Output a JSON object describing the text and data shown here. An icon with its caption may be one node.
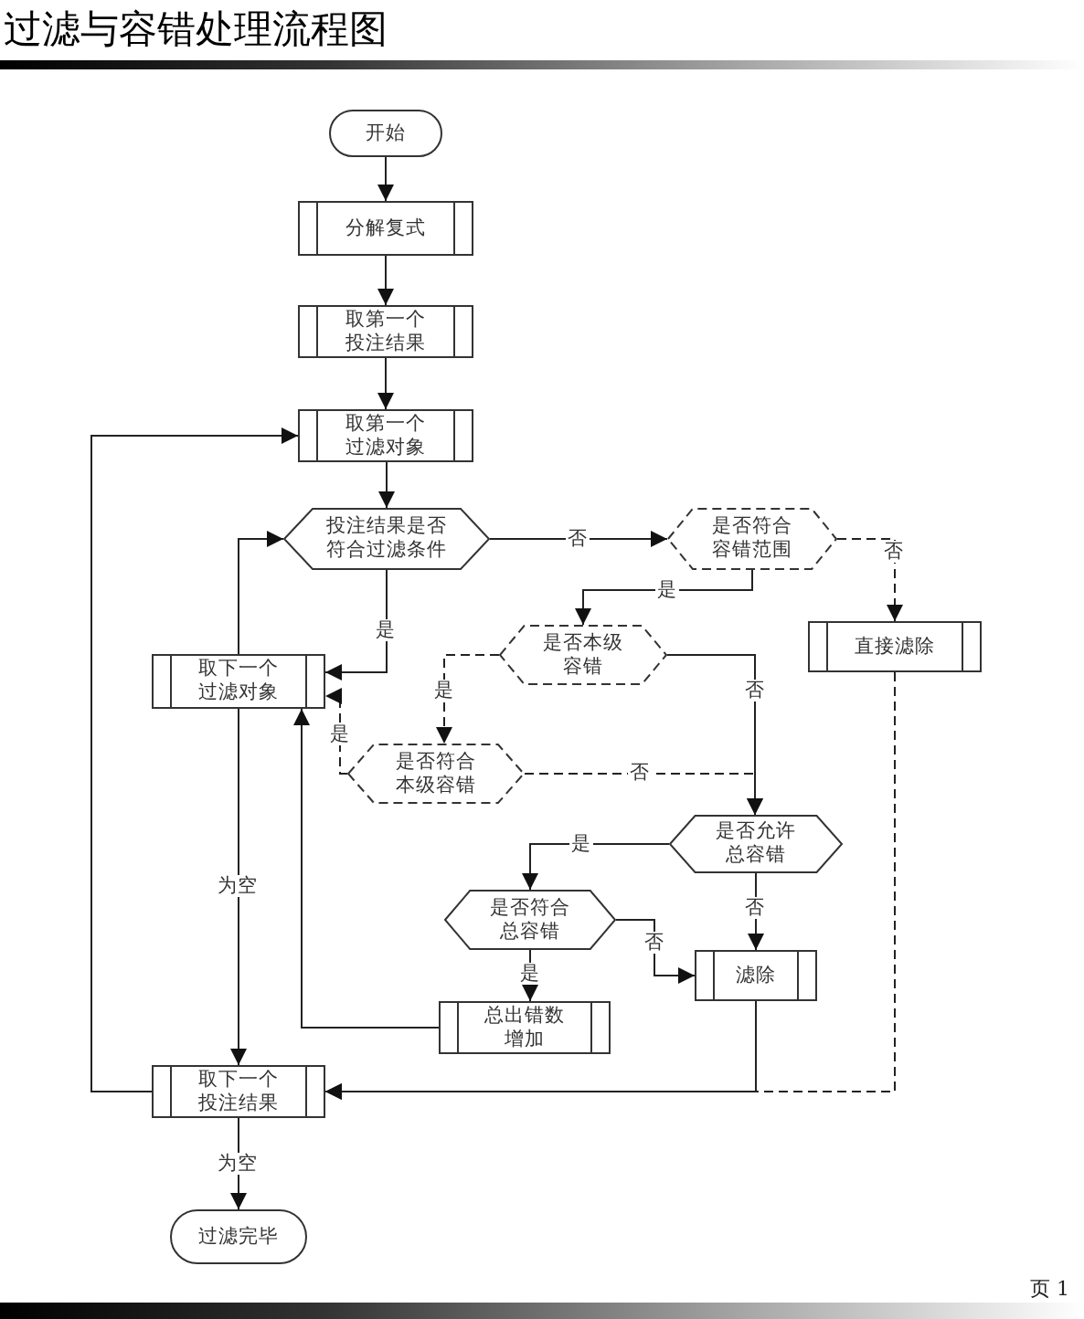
{
  "diagram": {
    "title": "过滤与容错处理流程图",
    "nodes": [
      {
        "text": [
          "开始"
        ]
      },
      {
        "text": [
          "分解复式"
        ]
      },
      {
        "text": [
          "取第一个投注结果"
        ]
      },
      {
        "text": [
          "取第一个过滤对象"
        ]
      },
      {
        "text": [
          "投注结果是否符合过滤条件"
        ]
      },
      {
        "text": [
          "是否符合容错范围"
        ]
      },
      {
        "text": [
          "直接滤除"
        ]
      },
      {
        "text": [
          "取下一个过滤对象"
        ]
      },
      {
        "text": [
          "是否本级容错"
        ]
      },
      {
        "text": [
          "是否符合本级容错"
        ]
      },
      {
        "text": [
          "是否允许总容错"
        ]
      },
      {
        "text": [
          "是否符合总容错"
        ]
      },
      {
        "text": [
          "滤除"
        ]
      },
      {
        "text": [
          "总出错数增加"
        ]
      },
      {
        "text": [
          "取下一个投注结果"
        ]
      },
      {
        "text": [
          "过滤完毕"
        ]
      }
    ],
    "edges": [
      {
        "from": 0,
        "to": 1,
        "arrow": "to"
      },
      {
        "from": 1,
        "to": 2,
        "arrow": "to"
      },
      {
        "from": 2,
        "to": 3,
        "arrow": "to"
      },
      {
        "from": 3,
        "to": 4,
        "arrow": "to"
      },
      {
        "from": 4,
        "to": 5,
        "arrow": "to",
        "label": "否"
      },
      {
        "from": 5,
        "to": 8,
        "arrow": "to",
        "label": "是"
      },
      {
        "from": 5,
        "to": 6,
        "arrow": "to",
        "label": "否",
        "style": "dashed"
      },
      {
        "from": 4,
        "to": 7,
        "arrow": "to",
        "label": "是"
      },
      {
        "from": 8,
        "to": 9,
        "arrow": "to",
        "label": "是",
        "style": "dashed"
      },
      {
        "from": 9,
        "to": 7,
        "arrow": "to",
        "label": "是",
        "style": "dashed"
      },
      {
        "from": 8,
        "to": 10,
        "arrow": "to",
        "label": "否"
      },
      {
        "from": 9,
        "to": 10,
        "arrow": "to",
        "label": "否",
        "style": "dashed"
      },
      {
        "from": 10,
        "to": 11,
        "arrow": "to",
        "label": "是"
      },
      {
        "from": 10,
        "to": 12,
        "arrow": "to",
        "label": "否"
      },
      {
        "from": 11,
        "to": 12,
        "arrow": "to",
        "label": "否"
      },
      {
        "from": 11,
        "to": 13,
        "arrow": "to",
        "label": "是"
      },
      {
        "from": 13,
        "to": 7,
        "arrow": "to"
      },
      {
        "from": 6,
        "to": 14,
        "arrow": "to",
        "style": "dashed"
      },
      {
        "from": 12,
        "to": 14,
        "arrow": "to"
      },
      {
        "from": 7,
        "to": 14,
        "arrow": "to",
        "label": "为空"
      },
      {
        "from": 7,
        "to": 4,
        "arrow": "to"
      },
      {
        "from": 14,
        "to": 3,
        "arrow": "to"
      },
      {
        "from": 14,
        "to": 15,
        "arrow": "to",
        "label": "为空"
      }
    ],
    "labels": [
      "页 1"
    ]
  }
}
